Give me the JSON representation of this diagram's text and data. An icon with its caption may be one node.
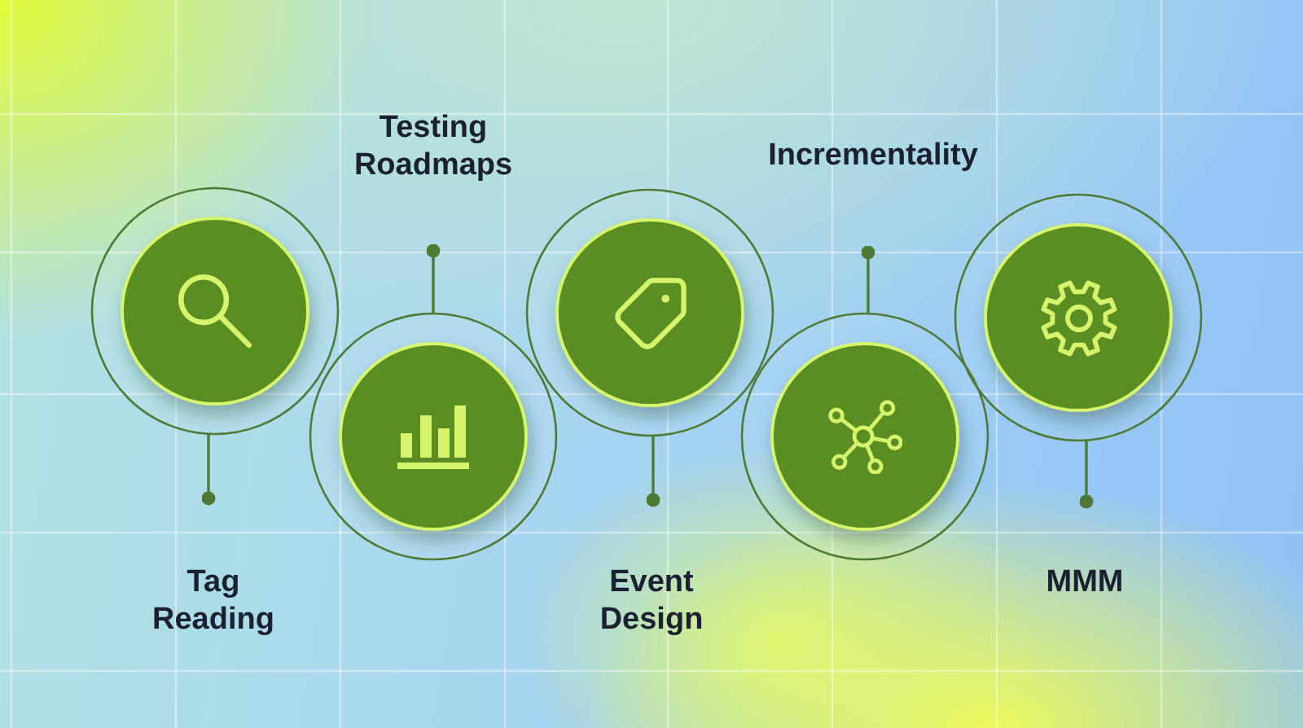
{
  "diagram": {
    "nodes": [
      {
        "text": [],
        "shape": "circle"
      },
      {
        "text": [],
        "shape": "circle"
      },
      {
        "text": [],
        "shape": "circle"
      },
      {
        "text": [],
        "shape": "circle"
      },
      {
        "text": [],
        "shape": "circle"
      }
    ],
    "edges": [
      {
        "from": 0,
        "to": null,
        "arrow": "other"
      },
      {
        "from": 1,
        "to": null,
        "arrow": "other"
      },
      {
        "from": 2,
        "to": null,
        "arrow": "other"
      },
      {
        "from": 3,
        "to": null,
        "arrow": "other"
      },
      {
        "from": 4,
        "to": null,
        "arrow": "other"
      }
    ],
    "labels": [
      "Testing Roadmaps",
      "Incrementality",
      "Tag Reading",
      "Event Design",
      "MMM"
    ]
  }
}
